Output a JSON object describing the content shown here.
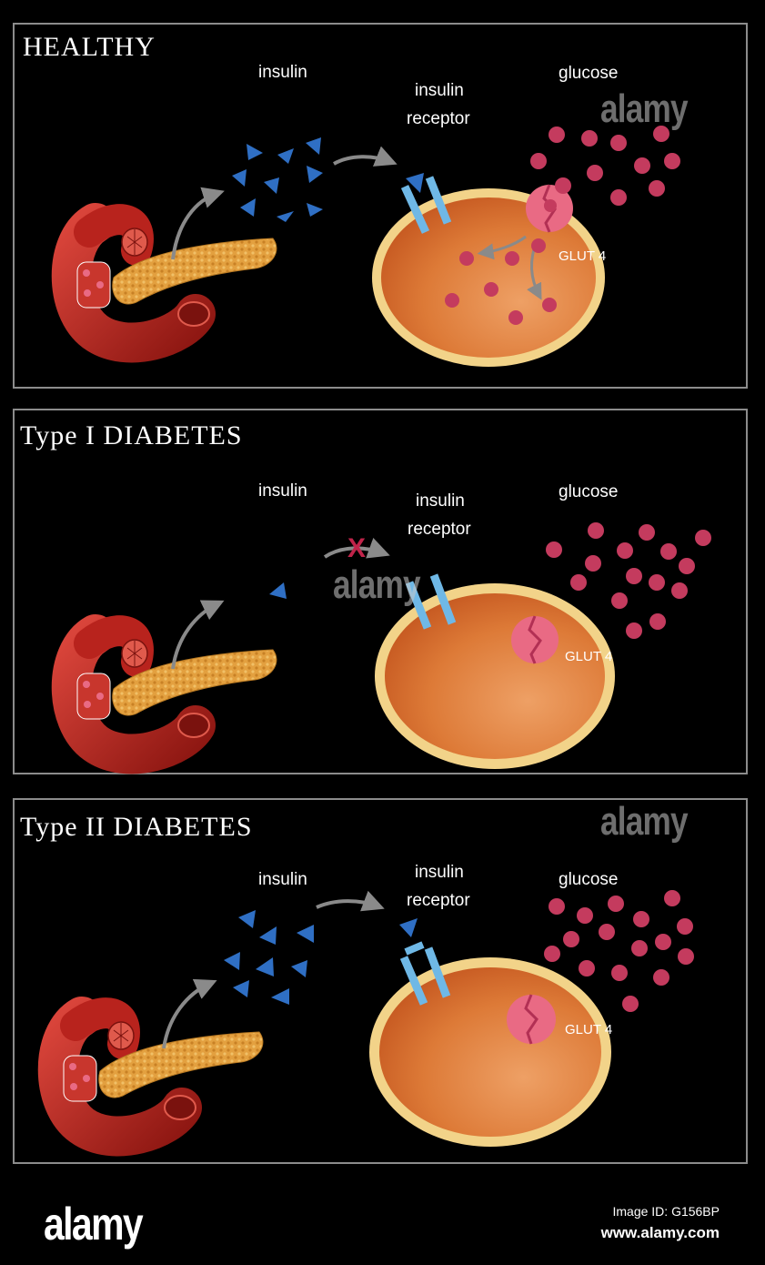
{
  "panels": [
    {
      "title": "HEALTHY",
      "insulin": "insulin",
      "receptor_line1": "insulin",
      "receptor_line2": "receptor",
      "glucose": "glucose",
      "glut": "GLUT 4"
    },
    {
      "title": "Type I DIABETES",
      "insulin": "insulin",
      "receptor_line1": "insulin",
      "receptor_line2": "receptor",
      "glucose": "glucose",
      "glut": "GLUT 4",
      "blocked_mark": "X"
    },
    {
      "title": "Type II DIABETES",
      "insulin": "insulin",
      "receptor_line1": "insulin",
      "receptor_line2": "receptor",
      "glucose": "glucose",
      "glut": "GLUT 4"
    }
  ],
  "footer": {
    "brand": "alamy",
    "image_id": "Image ID: G156BP",
    "website": "www.alamy.com"
  },
  "watermark": "alamy",
  "colors": {
    "insulin": "#2f6fc4",
    "glucose": "#c43b5e",
    "cell_membrane": "#f2d389",
    "cell_fill": "#d9702f",
    "receptor": "#6fb8e6",
    "glut4": "#e96a84",
    "pancreas": "#e3a03f",
    "vessel": "#b8231d",
    "arrow": "#8a8a8a",
    "blocked": "#c0244a"
  }
}
